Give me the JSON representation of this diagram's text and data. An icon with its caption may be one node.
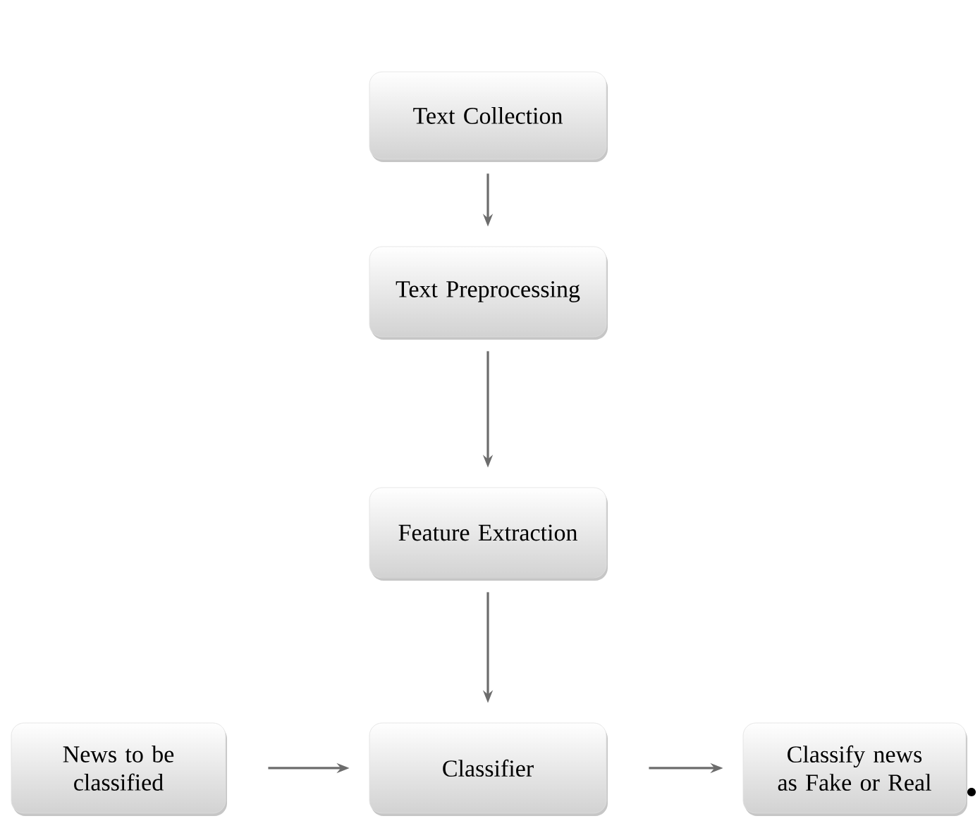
{
  "diagram": {
    "nodes": [
      {
        "text": [
          "Text Collection"
        ]
      },
      {
        "text": [
          "Text Preprocessing"
        ]
      },
      {
        "text": [
          "Feature Extraction"
        ]
      },
      {
        "text": [
          "News to be classified"
        ]
      },
      {
        "text": [
          "Classifier"
        ]
      },
      {
        "text": [
          "Classify news as Fake or Real"
        ]
      }
    ],
    "edges": [
      {
        "from": 0,
        "to": 1,
        "arrow": "to"
      },
      {
        "from": 1,
        "to": 2,
        "arrow": "to"
      },
      {
        "from": 2,
        "to": 4,
        "arrow": "to"
      },
      {
        "from": 3,
        "to": 4,
        "arrow": "to"
      },
      {
        "from": 4,
        "to": 5,
        "arrow": "to"
      }
    ]
  }
}
